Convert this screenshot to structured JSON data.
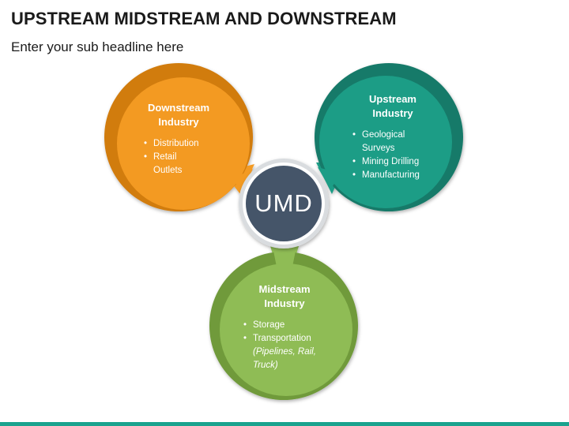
{
  "header": {
    "title": "UPSTREAM MIDSTREAM AND DOWNSTREAM",
    "subtitle": "Enter your sub headline here"
  },
  "center": {
    "label": "UMD"
  },
  "nodes": {
    "downstream": {
      "heading_line1": "Downstream",
      "heading_line2": "Industry",
      "items": [
        "Distribution",
        "Retail Outlets"
      ]
    },
    "upstream": {
      "heading_line1": "Upstream",
      "heading_line2": "Industry",
      "items": [
        "Geological Surveys",
        "Mining Drilling",
        "Manufacturing"
      ]
    },
    "midstream": {
      "heading_line1": "Midstream",
      "heading_line2": "Industry",
      "items": [
        "Storage",
        "Transportation"
      ],
      "transport_note": "(Pipelines, Rail, Truck)"
    }
  },
  "colors": {
    "downstream_outer": "#d17c0f",
    "downstream_inner": "#f39a24",
    "upstream_outer": "#157a69",
    "upstream_inner": "#1f9d86",
    "midstream_outer": "#6f9a3a",
    "midstream_inner": "#8fbc55",
    "center_fill": "#445469",
    "center_ring": "#d9dcdf",
    "accent_bar": "#1aa38e"
  }
}
